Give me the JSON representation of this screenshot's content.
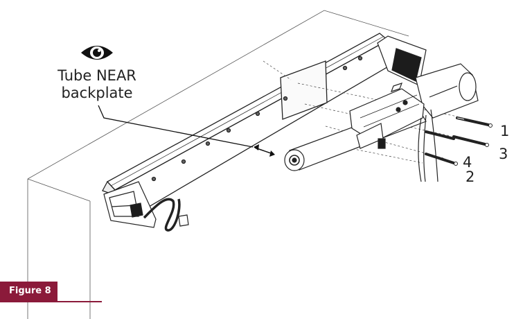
{
  "callout": {
    "line1": "Tube NEAR",
    "line2": "backplate"
  },
  "screw_numbers": [
    "1",
    "3",
    "4",
    "2"
  ],
  "figure": {
    "label": "Figure 8"
  },
  "colors": {
    "accent": "#8b1a3a",
    "line": "#222222"
  },
  "icons": {
    "eye": "eye-icon",
    "arrow": "double-arrow-icon"
  }
}
